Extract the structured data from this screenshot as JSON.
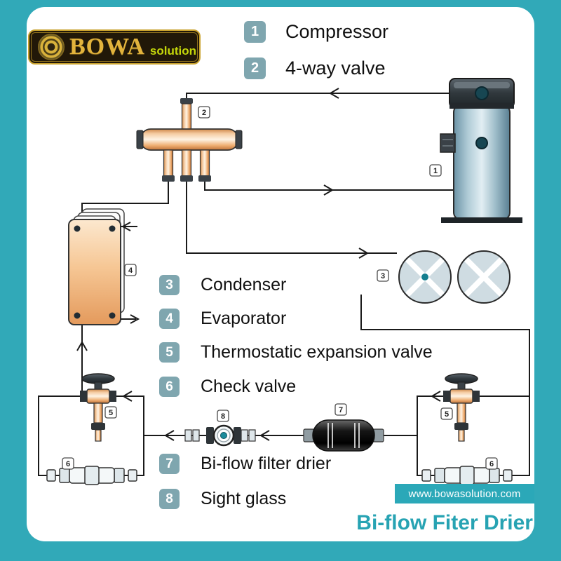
{
  "brand": {
    "name": "BOWA",
    "suffix": "solution"
  },
  "legend": {
    "items": [
      {
        "num": "1",
        "label": "Compressor"
      },
      {
        "num": "2",
        "label": "4-way valve"
      },
      {
        "num": "3",
        "label": "Condenser"
      },
      {
        "num": "4",
        "label": "Evaporator"
      },
      {
        "num": "5",
        "label": "Thermostatic expansion valve"
      },
      {
        "num": "6",
        "label": "Check valve"
      },
      {
        "num": "7",
        "label": "Bi-flow filter drier"
      },
      {
        "num": "8",
        "label": "Sight glass"
      }
    ]
  },
  "diagram": {
    "tags": {
      "compressor": "1",
      "four_way_valve": "2",
      "condenser": "3",
      "evaporator": "4",
      "tev_left": "5",
      "tev_right": "5",
      "check_valve_left": "6",
      "check_valve_right": "6",
      "filter_drier": "7",
      "sight_glass": "8"
    }
  },
  "footer": {
    "website": "www.bowasolution.com",
    "title": "Bi-flow Fiter Drier"
  },
  "colors": {
    "frame_teal": "#31A9B8",
    "badge_teal": "#7FA6AF",
    "logo_gold": "#E2B33C",
    "logo_green": "#C6D80A",
    "copper": "#F2BA84",
    "steel_blue": "#9FBECB",
    "accent_dot": "#157F8F"
  }
}
